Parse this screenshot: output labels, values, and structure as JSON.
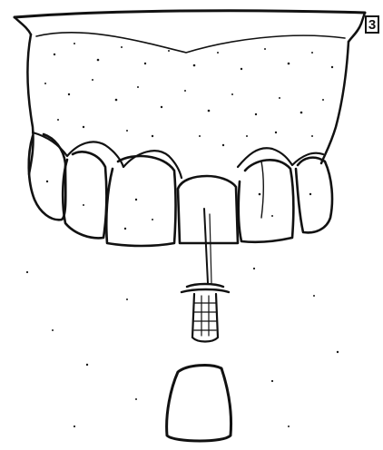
{
  "figure": {
    "number": "3",
    "ink_color": "#111111",
    "background_color": "#ffffff"
  },
  "components": [
    {
      "name": "upper-dental-cast",
      "icon": "dental-cast-icon"
    },
    {
      "name": "dowel-post-pin",
      "icon": "dowel-pin-icon"
    },
    {
      "name": "crown-cap",
      "icon": "crown-icon"
    }
  ]
}
